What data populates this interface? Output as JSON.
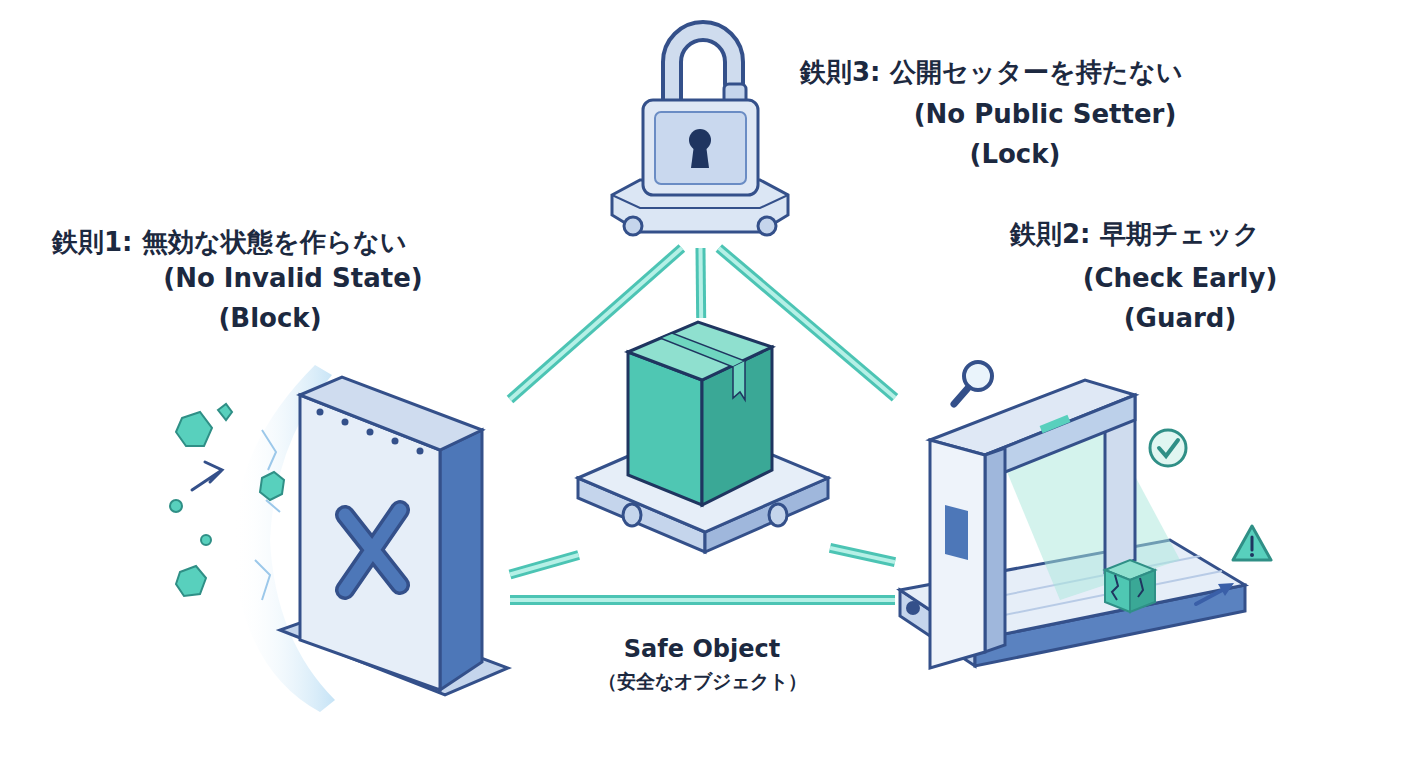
{
  "diagram": {
    "nodes": [
      {
        "text": [
          "鉄則3: 公開セッターを持たない",
          "(No Public Setter)",
          "(Lock)"
        ]
      },
      {
        "text": [
          "鉄則1: 無効な状態を作らない",
          "(No Invalid State)",
          "(Block)"
        ]
      },
      {
        "text": [
          "鉄則2: 早期チェック",
          "(Check Early)",
          "(Guard)"
        ]
      },
      {
        "text": [
          "Safe Object",
          "（安全なオブジェクト）"
        ]
      }
    ],
    "edges": [
      {
        "from": 0,
        "to": 1,
        "arrow": "none"
      },
      {
        "from": 0,
        "to": 2,
        "arrow": "none"
      },
      {
        "from": 1,
        "to": 2,
        "arrow": "none"
      },
      {
        "from": 3,
        "to": 0,
        "arrow": "none"
      },
      {
        "from": 3,
        "to": 1,
        "arrow": "none"
      },
      {
        "from": 3,
        "to": 2,
        "arrow": "none"
      }
    ]
  }
}
